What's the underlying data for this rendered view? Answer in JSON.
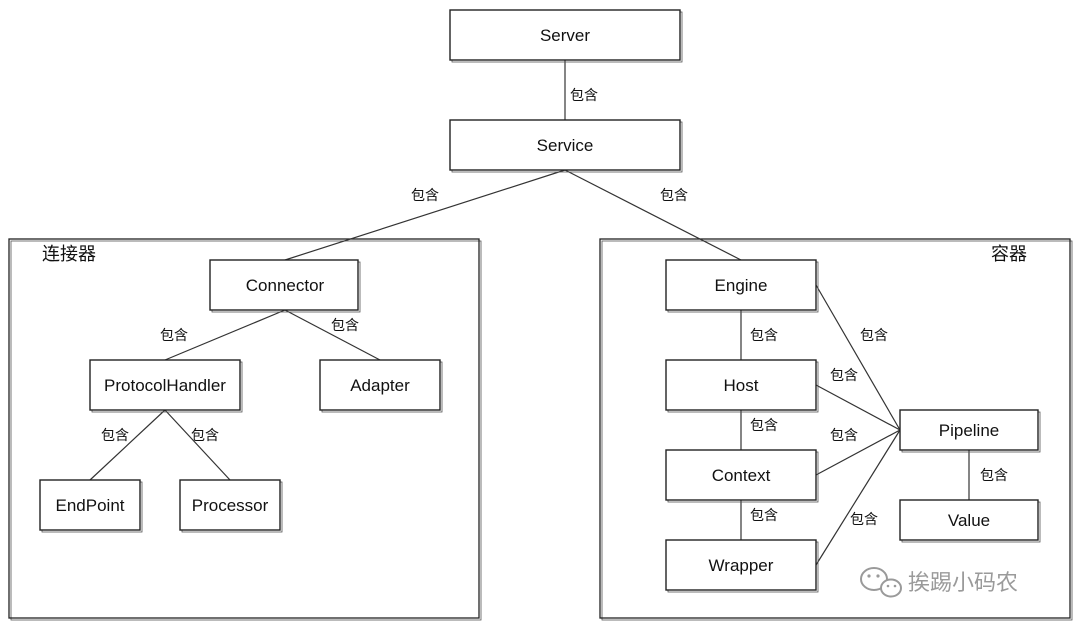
{
  "groups": {
    "connector_group": {
      "title": "连接器"
    },
    "container_group": {
      "title": "容器"
    }
  },
  "nodes": {
    "server": "Server",
    "service": "Service",
    "connector": "Connector",
    "protocol_handler": "ProtocolHandler",
    "adapter": "Adapter",
    "endpoint": "EndPoint",
    "processor": "Processor",
    "engine": "Engine",
    "host": "Host",
    "context": "Context",
    "wrapper": "Wrapper",
    "pipeline": "Pipeline",
    "value": "Value"
  },
  "edges": {
    "server_service": "包含",
    "service_connector": "包含",
    "service_engine": "包含",
    "connector_protocol_handler": "包含",
    "connector_adapter": "包含",
    "protocol_handler_endpoint": "包含",
    "protocol_handler_processor": "包含",
    "engine_host": "包含",
    "host_context": "包含",
    "context_wrapper": "包含",
    "engine_pipeline": "包含",
    "host_pipeline": "包含",
    "context_pipeline": "包含",
    "wrapper_pipeline": "包含",
    "pipeline_value": "包含"
  },
  "watermark": {
    "text": "挨踢小码农",
    "icon": "wechat-icon"
  }
}
